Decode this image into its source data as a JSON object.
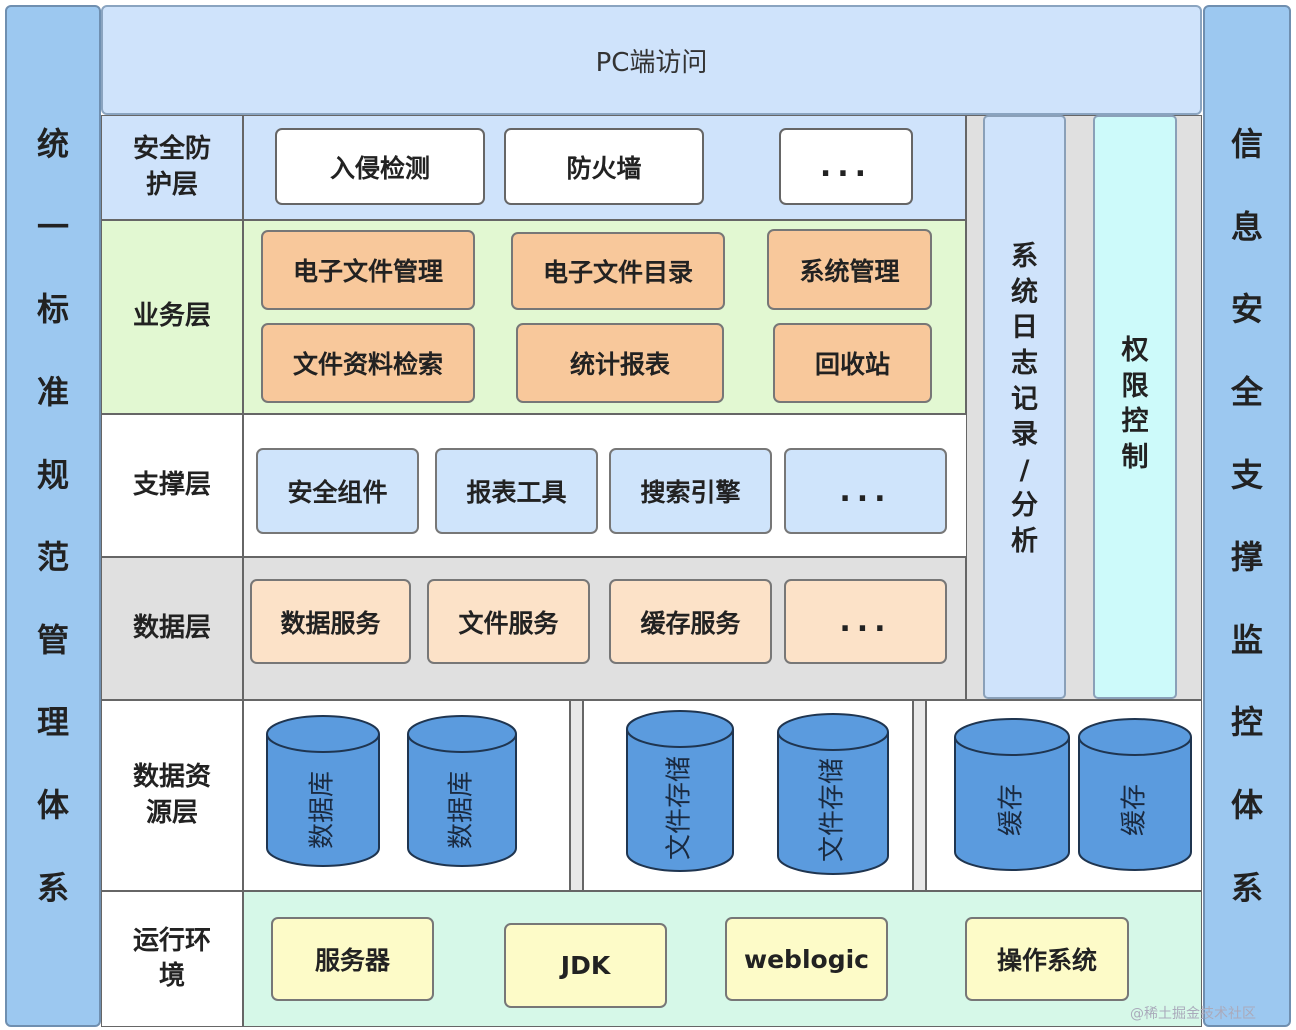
{
  "left_pillar": [
    "统",
    "一",
    "标",
    "准",
    "规",
    "范",
    "管",
    "理",
    "体",
    "系"
  ],
  "right_pillar": [
    "信",
    "息",
    "安",
    "全",
    "支",
    "撑",
    "监",
    "控",
    "体",
    "系"
  ],
  "top_bar": "PC端访问",
  "log_column": [
    "系",
    "统",
    "日",
    "志",
    "记",
    "录",
    "/",
    "分",
    "析"
  ],
  "perm_column": [
    "权",
    "限",
    "控",
    "制"
  ],
  "layers": {
    "security": {
      "label": "安全防护层",
      "items": [
        "入侵检测",
        "防火墙",
        "..."
      ]
    },
    "business": {
      "label": "业务层",
      "items": [
        "电子文件管理",
        "电子文件目录",
        "系统管理",
        "文件资料检索",
        "统计报表",
        "回收站"
      ]
    },
    "support": {
      "label": "支撑层",
      "items": [
        "安全组件",
        "报表工具",
        "搜索引擎",
        "..."
      ]
    },
    "data": {
      "label": "数据层",
      "items": [
        "数据服务",
        "文件服务",
        "缓存服务",
        "..."
      ]
    },
    "resource": {
      "label": "数据资源层",
      "items": [
        "数据库",
        "数据库",
        "文件存储",
        "文件存储",
        "缓存",
        "缓存"
      ]
    },
    "runtime": {
      "label": "运行环境",
      "items": [
        "服务器",
        "JDK",
        "weblogic",
        "操作系统"
      ]
    }
  },
  "watermark": "@稀土掘金技术社区",
  "colors": {
    "pillar": "#9cc8f0",
    "top_bar": "#cfe3fb",
    "security_bg": "#cfe3fb",
    "business_bg": "#e2f8d2",
    "data_bg": "#e0e0e0",
    "runtime_bg": "#d6f8e8",
    "log_col": "#cfe3fb",
    "perm_col": "#cdfafa",
    "cylinder": "#5b9bde",
    "orange_box": "#f8c89b",
    "blue_box": "#cfe4fb",
    "peach_box": "#fce2c8",
    "yellow_box": "#fdfbc8"
  }
}
